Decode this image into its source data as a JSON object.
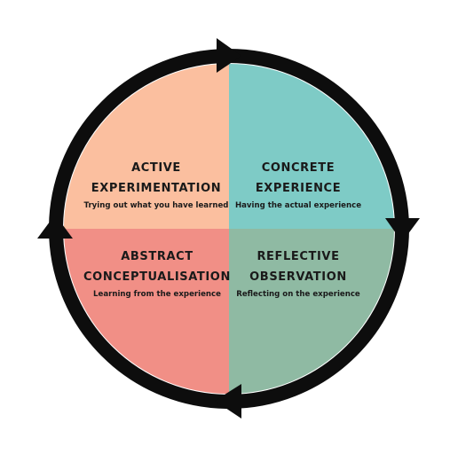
{
  "colors": {
    "ring": "#0d0d0d",
    "active_experimentation": "#fbbf9f",
    "concrete_experience": "#7ecbc6",
    "abstract_conceptualisation": "#f18f86",
    "reflective_observation": "#8fbaa3",
    "background": "#ffffff"
  },
  "quadrants": {
    "active_experimentation": {
      "title_line1": "ACTIVE",
      "title_line2": "EXPERIMENTATION",
      "subtitle": "Trying out what you have learned"
    },
    "concrete_experience": {
      "title_line1": "CONCRETE",
      "title_line2": "EXPERIENCE",
      "subtitle": "Having the actual experience"
    },
    "abstract_conceptualisation": {
      "title_line1": "ABSTRACT",
      "title_line2": "CONCEPTUALISATION",
      "subtitle": "Learning from the experience"
    },
    "reflective_observation": {
      "title_line1": "REFLECTIVE",
      "title_line2": "OBSERVATION",
      "subtitle": "Reflecting on the experience"
    }
  },
  "arrows": {
    "direction": "clockwise",
    "icons": [
      "arrow-right-icon",
      "arrow-down-icon",
      "arrow-left-icon",
      "arrow-up-icon"
    ]
  }
}
